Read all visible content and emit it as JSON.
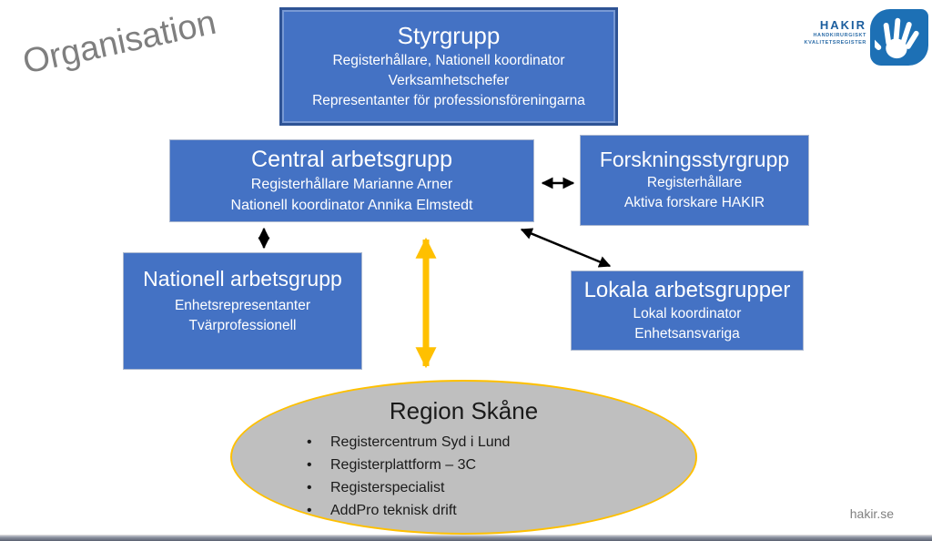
{
  "slide": {
    "heading": "Organisation",
    "footer_link": "hakir.se"
  },
  "logo": {
    "brand": "HAKIR",
    "subtitle_line1": "HANDKIRURGISKT",
    "subtitle_line2": "KVALITETSREGISTER"
  },
  "org_chart": {
    "styrgrupp": {
      "title": "Styrgrupp",
      "line1": "Registerhållare, Nationell koordinator",
      "line2": "Verksamhetschefer",
      "line3": "Representanter för professionsföreningarna"
    },
    "central_arbetsgrupp": {
      "title": "Central arbetsgrupp",
      "line1": "Registerhållare Marianne Arner",
      "line2": "Nationell koordinator Annika Elmstedt"
    },
    "forskningsstyrgrupp": {
      "title": "Forskningsstyrgrupp",
      "line1": "Registerhållare",
      "line2": "Aktiva forskare HAKIR"
    },
    "nationell_arbetsgrupp": {
      "title": "Nationell arbetsgrupp",
      "line1": "Enhetsrepresentanter",
      "line2": "Tvärprofessionell"
    },
    "lokala_arbetsgrupper": {
      "title": "Lokala arbetsgrupper",
      "line1": "Lokal koordinator",
      "line2": "Enhetsansvariga"
    },
    "region_skane": {
      "title": "Region Skåne",
      "bullets": [
        "Registercentrum Syd i Lund",
        "Registerplattform – 3C",
        "Registerspecialist",
        "AddPro teknisk drift"
      ]
    }
  },
  "colors": {
    "box_fill": "#4472C4",
    "styrgrupp_border": "#2E5395",
    "ellipse_fill": "#BFBFBF",
    "accent_yellow": "#FFC000",
    "arrow_black": "#000000",
    "heading_gray": "#7F7F7F",
    "logo_blue": "#1D70B5"
  }
}
